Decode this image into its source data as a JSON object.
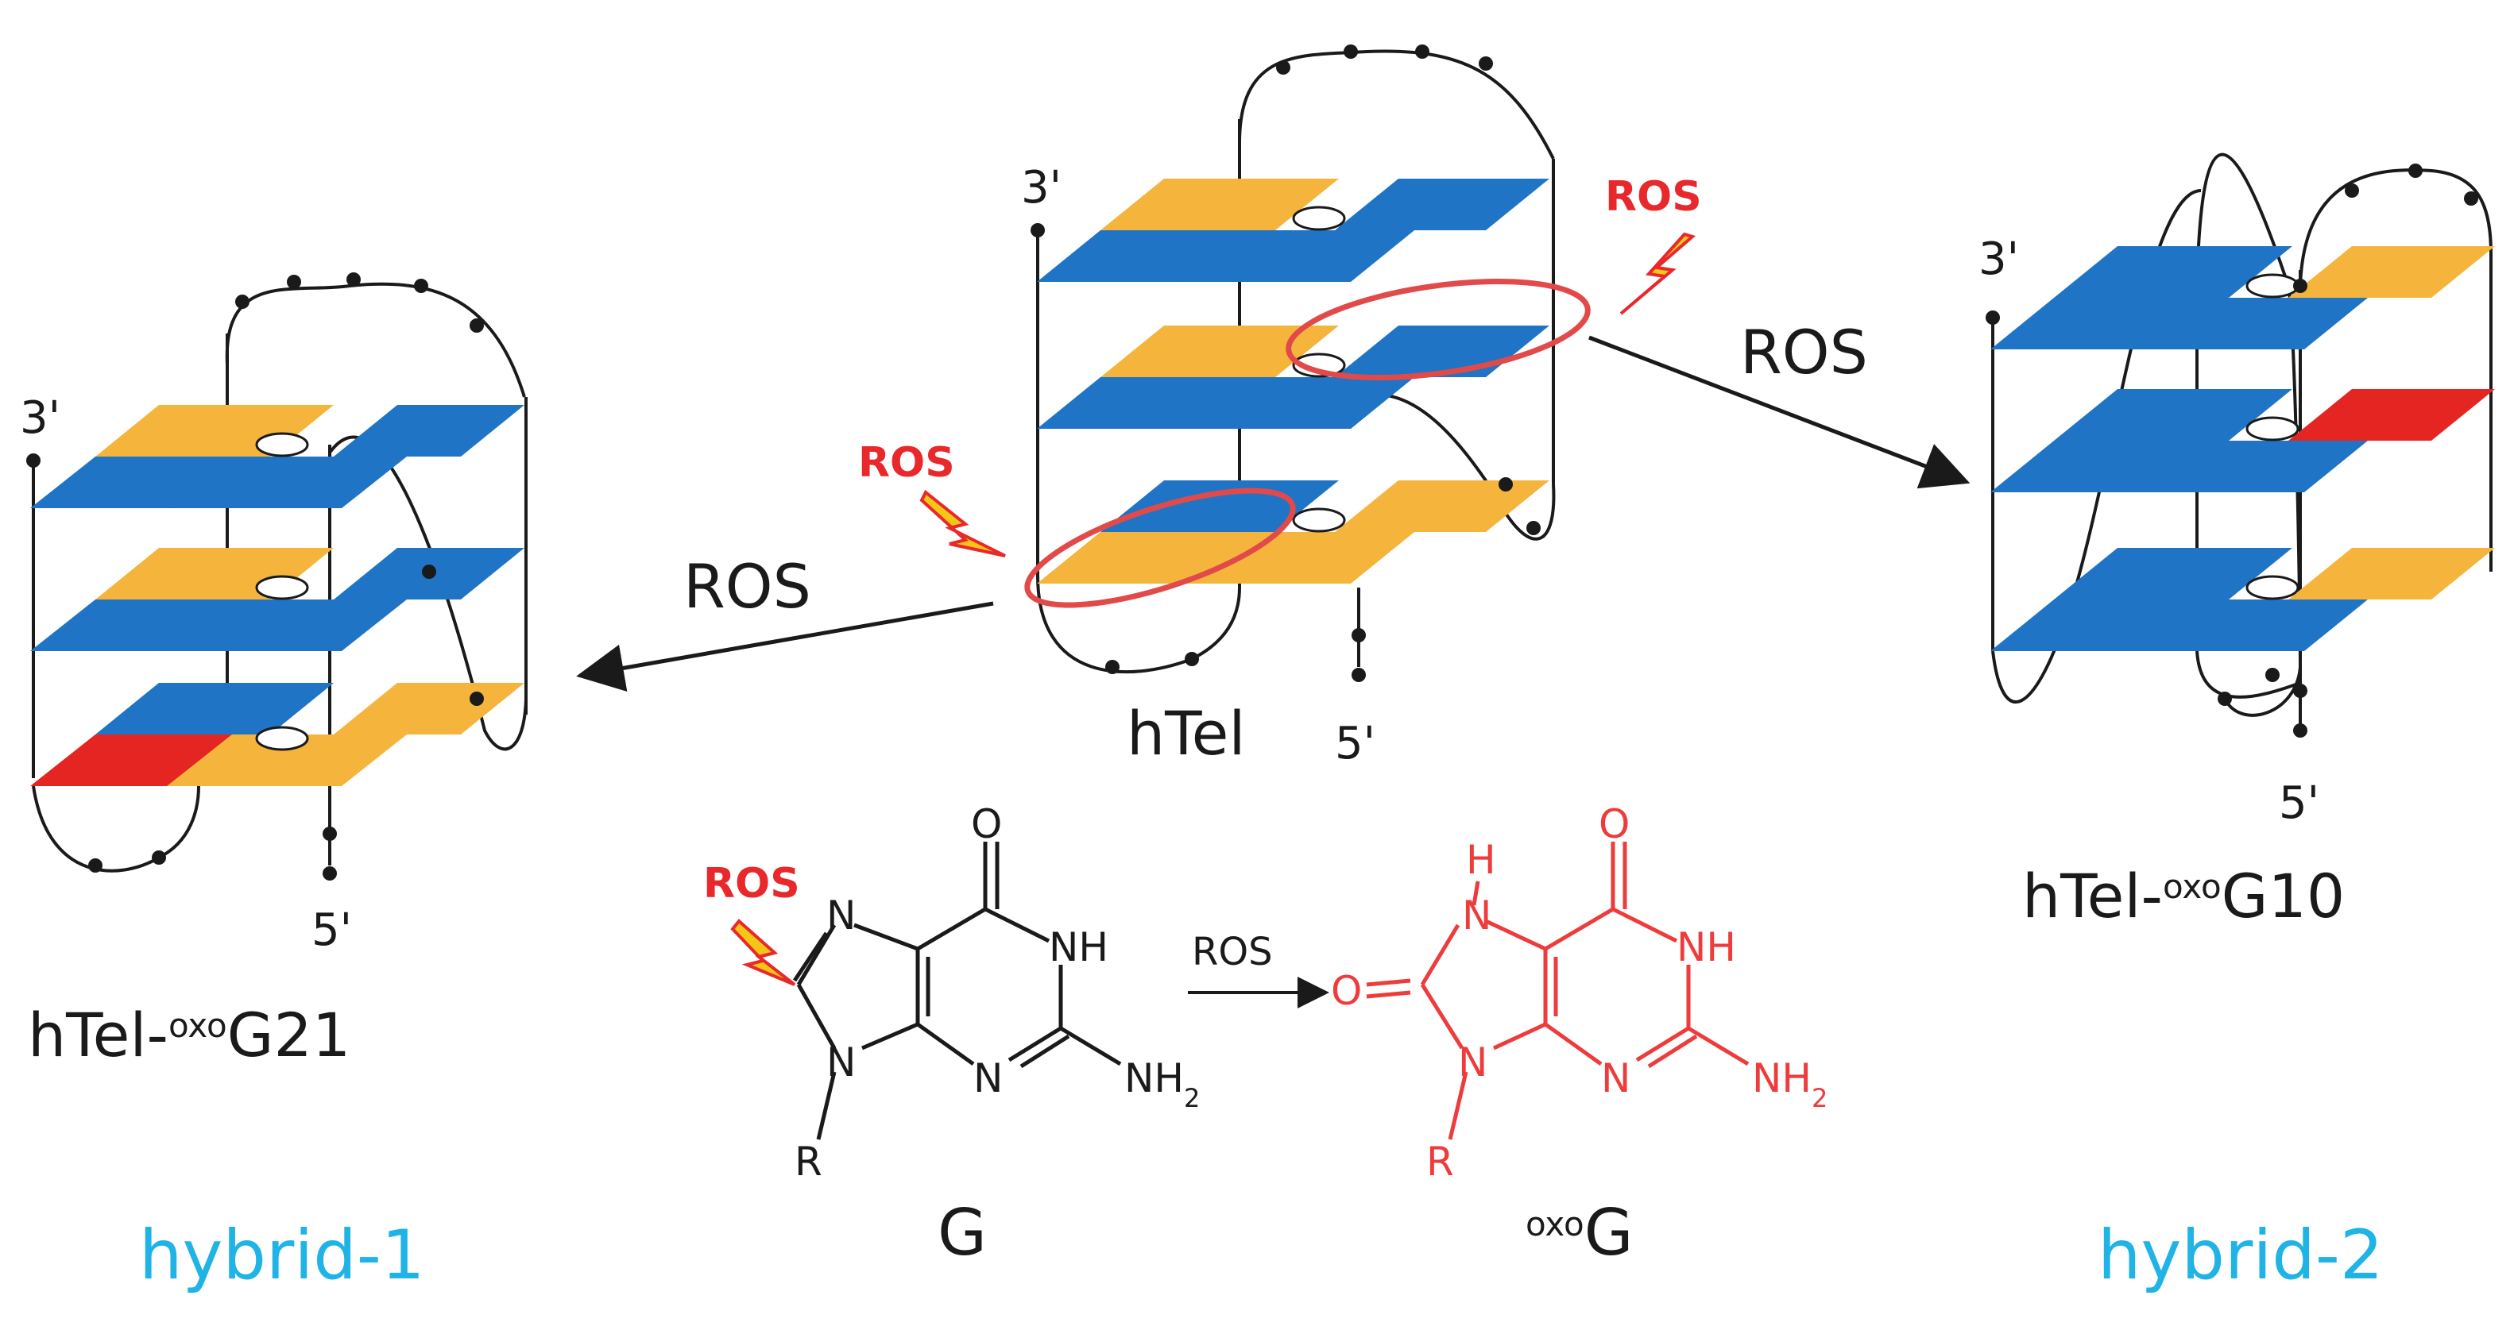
{
  "colors": {
    "orange_plate": "#f5b53c",
    "blue_plate": "#1f74c6",
    "red_plate": "#e52521",
    "ros_red": "#e8282b",
    "ellipse_red": "#e24a4a",
    "oxoG_red": "#ee3b3b",
    "label_blue": "#1fb3e6",
    "strand": "#1a1a1a",
    "bolt_yellow": "#f5c518"
  },
  "icons": {
    "ros_mark": "lightning-bolt-icon",
    "strand_node": "filled-circle-dot",
    "ion": "potassium-ion-ellipse"
  },
  "structures": {
    "left": {
      "name_main": "hTel-",
      "name_sup": "oxo",
      "name_tail": "G21",
      "end3": "3'",
      "end5": "5'",
      "topology": "hybrid-1"
    },
    "center": {
      "name": "hTel",
      "end3": "3'",
      "end5": "5'",
      "ros_upper": "ROS",
      "ros_lower": "ROS"
    },
    "right": {
      "name_main": "hTel-",
      "name_sup": "oxo",
      "name_tail": "G10",
      "end3": "3'",
      "end5": "5'",
      "topology": "hybrid-2"
    }
  },
  "arrows": {
    "left_label": "ROS",
    "right_label": "ROS"
  },
  "chemistry": {
    "ros_attack": "ROS",
    "reaction_label": "ROS",
    "guanine": {
      "name": "G",
      "atoms": {
        "O": "O",
        "N7": "N",
        "N1H": "NH",
        "N3": "N",
        "N9": "N",
        "R": "R",
        "NH2": "NH",
        "sub2": "2"
      }
    },
    "oxoguanine": {
      "name_sup": "oxo",
      "name_main": "G",
      "atoms": {
        "O6": "O",
        "O8": "O",
        "H7": "H",
        "N7": "N",
        "N1H": "NH",
        "N3": "N",
        "N9": "N",
        "R": "R",
        "NH2": "NH",
        "sub2": "2"
      }
    }
  }
}
